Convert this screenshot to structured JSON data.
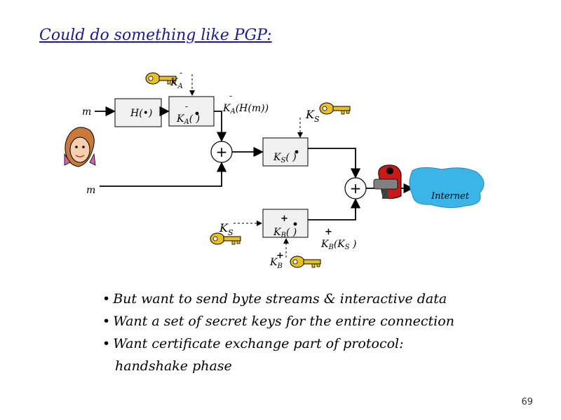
{
  "slide": {
    "title": "Could do something like PGP:",
    "page_number": "69"
  },
  "diagram": {
    "message_label": "m",
    "message_label_2": "m",
    "hash_box": "H(•)",
    "sign_box": {
      "base": "K",
      "sub": "A",
      "sup": "-",
      "arg": "( )"
    },
    "sign_key": {
      "base": "K",
      "sub": "A",
      "sup": "-"
    },
    "signed_hash": {
      "base": "K",
      "sub": "A",
      "sup": "-",
      "arg": "(H(m))"
    },
    "session_encrypt_box": {
      "base": "K",
      "sub": "S",
      "arg": "( )"
    },
    "session_key_top": {
      "base": "K",
      "sub": "S"
    },
    "session_key_bottom": {
      "base": "K",
      "sub": "S"
    },
    "pub_encrypt_box": {
      "base": "K",
      "sub": "B",
      "sup": "+",
      "arg": "( )"
    },
    "pub_key": {
      "base": "K",
      "sub": "B",
      "sup": "+"
    },
    "encrypted_session": {
      "base": "K",
      "sub": "B",
      "sup": "+",
      "arg_open": "(K",
      "arg_sub": "S",
      "arg_close": " )"
    },
    "concat_symbol": "+",
    "internet_label": "Internet"
  },
  "bullets": [
    "But want to send byte streams & interactive data",
    "Want a set of secret keys for the entire connection",
    "Want certificate exchange part of protocol:",
    "handshake phase"
  ],
  "colors": {
    "title": "#1a1a8c",
    "key_gold": "#e8c020",
    "cloud": "#3bb4e8",
    "box_fill": "#f0f0f0"
  }
}
